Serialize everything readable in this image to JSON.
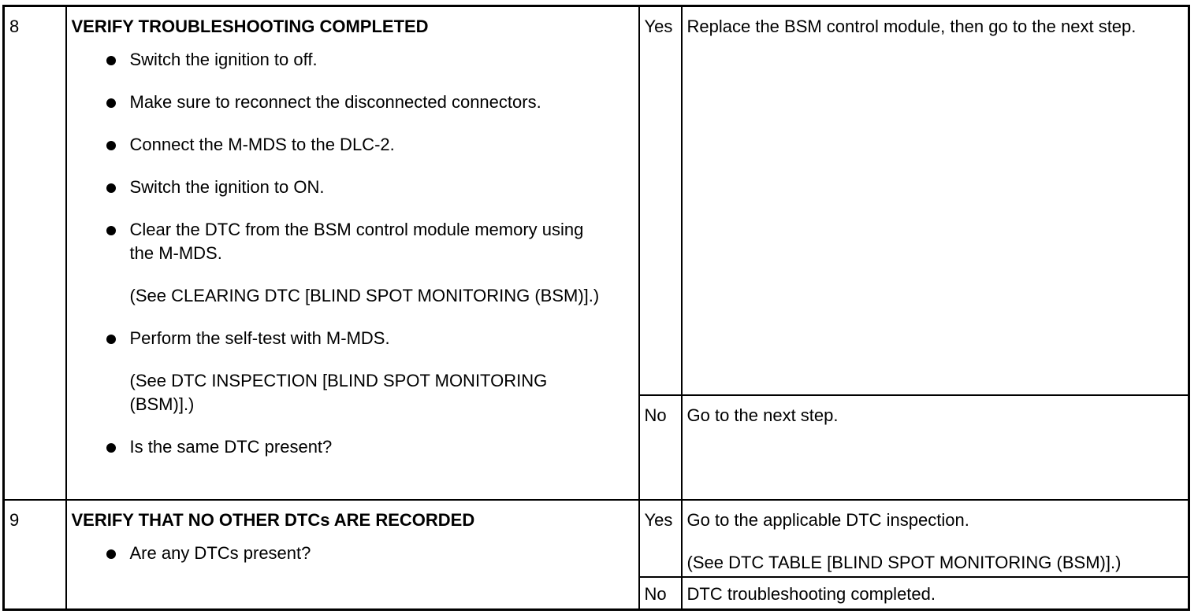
{
  "steps": [
    {
      "number": "8",
      "title": "VERIFY TROUBLESHOOTING COMPLETED",
      "bullets": [
        "Switch the ignition to off.",
        "Make sure to reconnect the disconnected connectors.",
        "Connect the M-MDS to the DLC-2.",
        "Switch the ignition to ON.",
        "Clear the DTC from the BSM control module memory using the M-MDS.",
        "Perform the self-test with M-MDS.",
        "Is the same DTC present?"
      ],
      "refs": {
        "clear_dtc": "(See CLEARING DTC [BLIND SPOT MONITORING (BSM)].)",
        "dtc_inspection": "(See DTC INSPECTION [BLIND SPOT MONITORING (BSM)].)"
      },
      "yes": {
        "label": "Yes",
        "text": "Replace the BSM control module, then go to the next step."
      },
      "no": {
        "label": "No",
        "text": "Go to the next step."
      }
    },
    {
      "number": "9",
      "title": "VERIFY THAT NO OTHER DTCs ARE RECORDED",
      "bullets": [
        "Are any DTCs present?"
      ],
      "yes": {
        "label": "Yes",
        "text": "Go to the applicable DTC inspection.",
        "ref": "(See DTC TABLE [BLIND SPOT MONITORING (BSM)].)"
      },
      "no": {
        "label": "No",
        "text": "DTC troubleshooting completed."
      }
    }
  ]
}
